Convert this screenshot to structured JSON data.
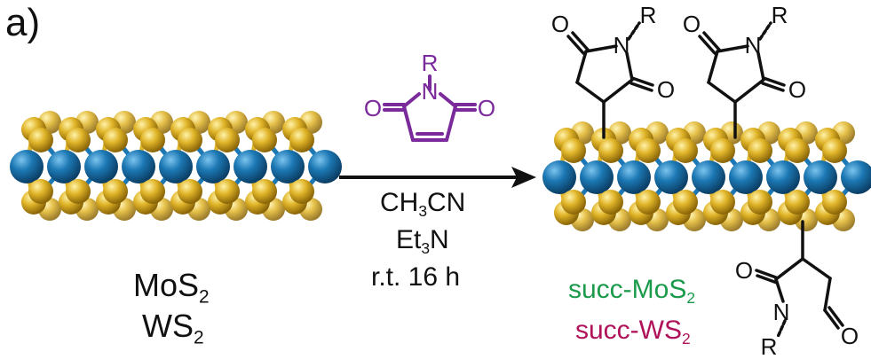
{
  "panel_label": "a)",
  "reactants": [
    {
      "base": "MoS",
      "sub": "2"
    },
    {
      "base": "WS",
      "sub": "2"
    }
  ],
  "reagent": {
    "atoms": {
      "r": "R",
      "n": "N",
      "o_left": "O",
      "o_right": "O"
    }
  },
  "conditions": [
    {
      "pre": "CH",
      "sub": "3",
      "post": "CN"
    },
    {
      "pre": "Et",
      "sub": "3",
      "post": "N"
    },
    {
      "pre": "r.t. 16 h",
      "sub": "",
      "post": ""
    }
  ],
  "products": [
    {
      "base": "succ-MoS",
      "sub": "2",
      "color": "#1a9a4a"
    },
    {
      "base": "succ-WS",
      "sub": "2",
      "color": "#b0125a"
    }
  ],
  "product_atoms": {
    "r": "R",
    "n": "N",
    "o": "O"
  },
  "colors": {
    "metal": "#1c78b4",
    "sulfur": "#e0b428",
    "reagent": "#7a2a9a",
    "bond": "#111111"
  }
}
